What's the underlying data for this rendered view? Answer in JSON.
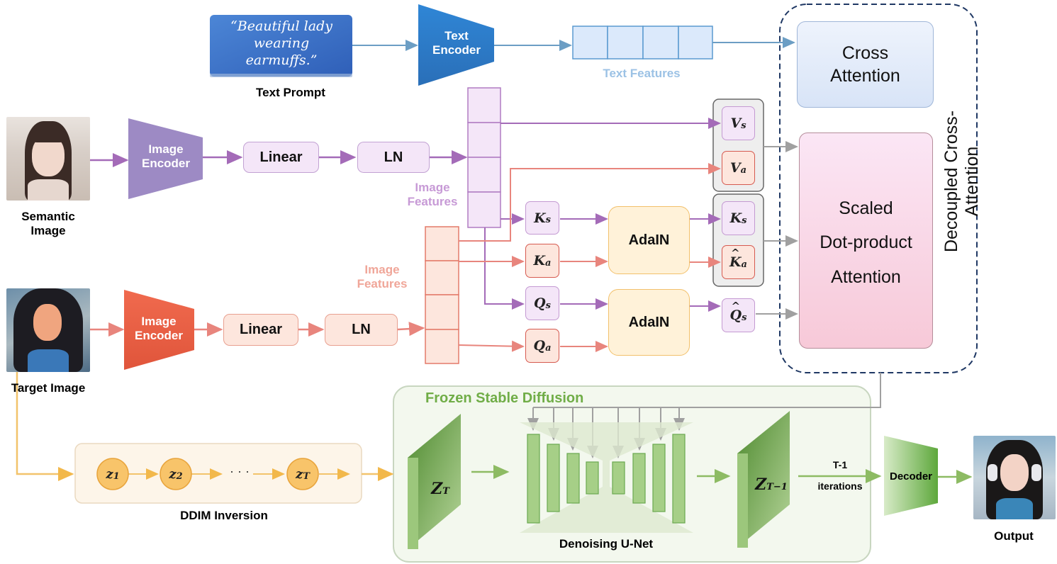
{
  "text_prompt": {
    "quote": "“Beautiful lady wearing earmuffs.”",
    "label": "Text Prompt"
  },
  "text_encoder": {
    "label": "Text Encoder"
  },
  "text_features": {
    "label": "Text Features",
    "cells": 4
  },
  "cross_attention": {
    "label": "Cross Attention"
  },
  "decoupled": {
    "label": "Decoupled Cross-Attention"
  },
  "scaled_attention": {
    "line1": "Scaled",
    "line2": "Dot-product",
    "line3": "Attention"
  },
  "semantic_branch": {
    "image_label": "Semantic Image",
    "encoder": "Image Encoder",
    "linear": "Linear",
    "ln": "LN",
    "features": "Image Features"
  },
  "target_branch": {
    "image_label": "Target Image",
    "encoder": "Image Encoder",
    "linear": "Linear",
    "ln": "LN",
    "features": "Image Features"
  },
  "tokens": {
    "V": "V",
    "K": "K",
    "Q": "Q",
    "sub_s": "s",
    "sub_a": "a"
  },
  "adain": {
    "top": "AdaIN",
    "bottom": "AdaIN"
  },
  "frozen_sd": {
    "label": "Frozen Stable Diffusion"
  },
  "ddim": {
    "label": "DDIM Inversion",
    "z": "z",
    "subs": [
      "1",
      "2",
      "T"
    ],
    "dots": "· · ·"
  },
  "latents": {
    "zT_sub": "T",
    "zT1_sub": "T−1",
    "z": "Z"
  },
  "unet": {
    "label": "Denoising U-Net"
  },
  "iterations": {
    "line1": "T-1",
    "line2": "iterations"
  },
  "decoder": {
    "label": "Decoder"
  },
  "output": {
    "label": "Output"
  },
  "colors": {
    "blue": "#2e75b6",
    "purple": "#9f7fbf",
    "salmon": "#e05d43",
    "green": "#70ad47",
    "orange": "#f2b84b",
    "arrow_purple": "#a46bb8",
    "arrow_salmon": "#e8857d",
    "arrow_blue": "#6c9ec4",
    "arrow_gray": "#a0a0a0"
  }
}
